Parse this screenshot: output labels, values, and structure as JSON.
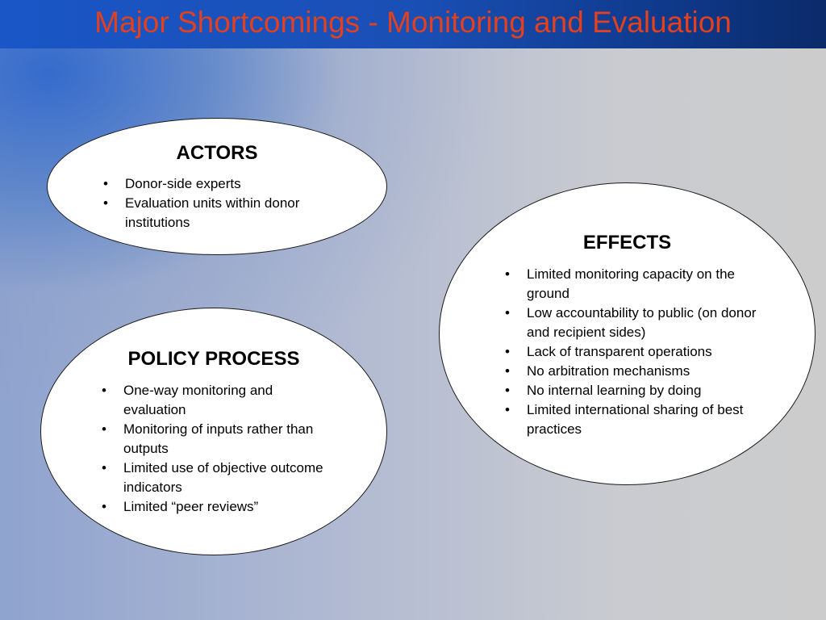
{
  "slide": {
    "title": "Major Shortcomings - Monitoring and Evaluation"
  },
  "actors": {
    "heading": "ACTORS",
    "items": [
      "Donor-side experts",
      "Evaluation units within donor institutions"
    ]
  },
  "effects": {
    "heading": "EFFECTS",
    "items": [
      "Limited monitoring capacity on the ground",
      "Low accountability to public (on donor and recipient sides)",
      "Lack of transparent operations",
      "No arbitration mechanisms",
      "No internal learning by doing",
      "Limited international sharing of best practices"
    ]
  },
  "policy": {
    "heading": "POLICY PROCESS",
    "items": [
      "One-way monitoring and evaluation",
      "Monitoring of inputs rather than outputs",
      "Limited use of objective outcome indicators",
      "Limited “peer reviews”"
    ]
  },
  "bullet_glyph": "•",
  "colors": {
    "title_text": "#e2401f",
    "title_bar": "#1a56c6",
    "ellipse_fill": "#ffffff",
    "ellipse_border": "#1a1a1a"
  }
}
